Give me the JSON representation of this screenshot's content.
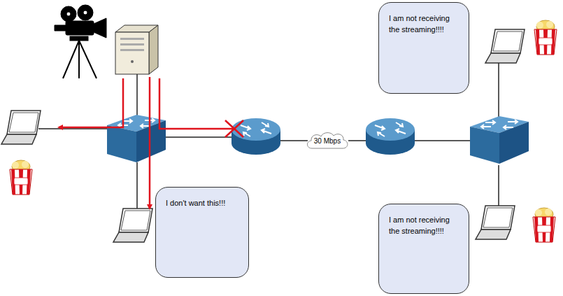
{
  "diagram": {
    "nodes": [
      {
        "text": [
          "I am not receiving the streaming!!!!"
        ]
      },
      {
        "text": [
          "30 Mbps"
        ]
      },
      {
        "text": [
          "I don't want this!!!"
        ]
      },
      {
        "text": [
          "I am not receiving the streaming!!!!"
        ]
      }
    ]
  }
}
